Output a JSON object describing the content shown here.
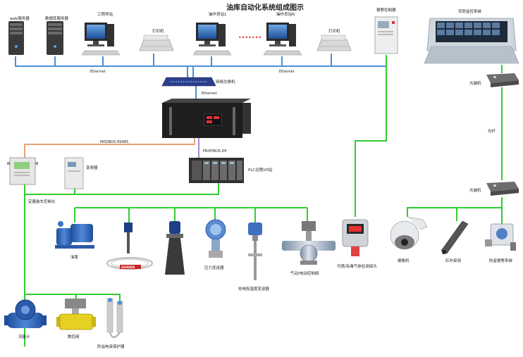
{
  "title": "油库自动化系统组成图示",
  "colors": {
    "ethernet": "#4a8fd6",
    "field": "#33cc33",
    "modbus": "#e8a07a",
    "profibus": "#a98ad6",
    "gray": "#888888"
  },
  "labels": {
    "web_server": "web服务器",
    "db_server": "数据库服务器",
    "eng_station": "工程师站",
    "printer_left": "打印机",
    "op_station_1": "操作员站1",
    "dots": "•••••••",
    "op_station_n": "操作员站N",
    "printer_right": "打印机",
    "alarm_controller": "报警控制器",
    "security_monitor": "安防监控系统",
    "ethernet_left": "Ethernet",
    "ethernet_right": "Ethernet",
    "ethernet_mid": "Ethernet",
    "network_switch": "网络交换机",
    "optical_top": "光端机",
    "fiber": "光纤",
    "optical_bottom": "光端机",
    "modbus": "MODBUS RS485",
    "profibus": "PROFIBUS DP",
    "quantitative_controller": "定量装车控制仪",
    "frequency_converter": "变频器",
    "plc": "PLC远程I/O站",
    "pump": "油泵",
    "wire_brand": "GUIDER",
    "temperature_transmitter": "热电阻温度变送器",
    "pressure_transmitter": "压力变送器",
    "valve": "气动/电动控制阀",
    "gas_detector": "可燃/有毒气体检测探头",
    "camera": "摄像机",
    "infrared": "红外探测",
    "alarm_system": "防盗报警系统",
    "flowmeter": "流量计",
    "control_valve": "数控阀",
    "overfill_protector": "防溢电液保护器"
  }
}
